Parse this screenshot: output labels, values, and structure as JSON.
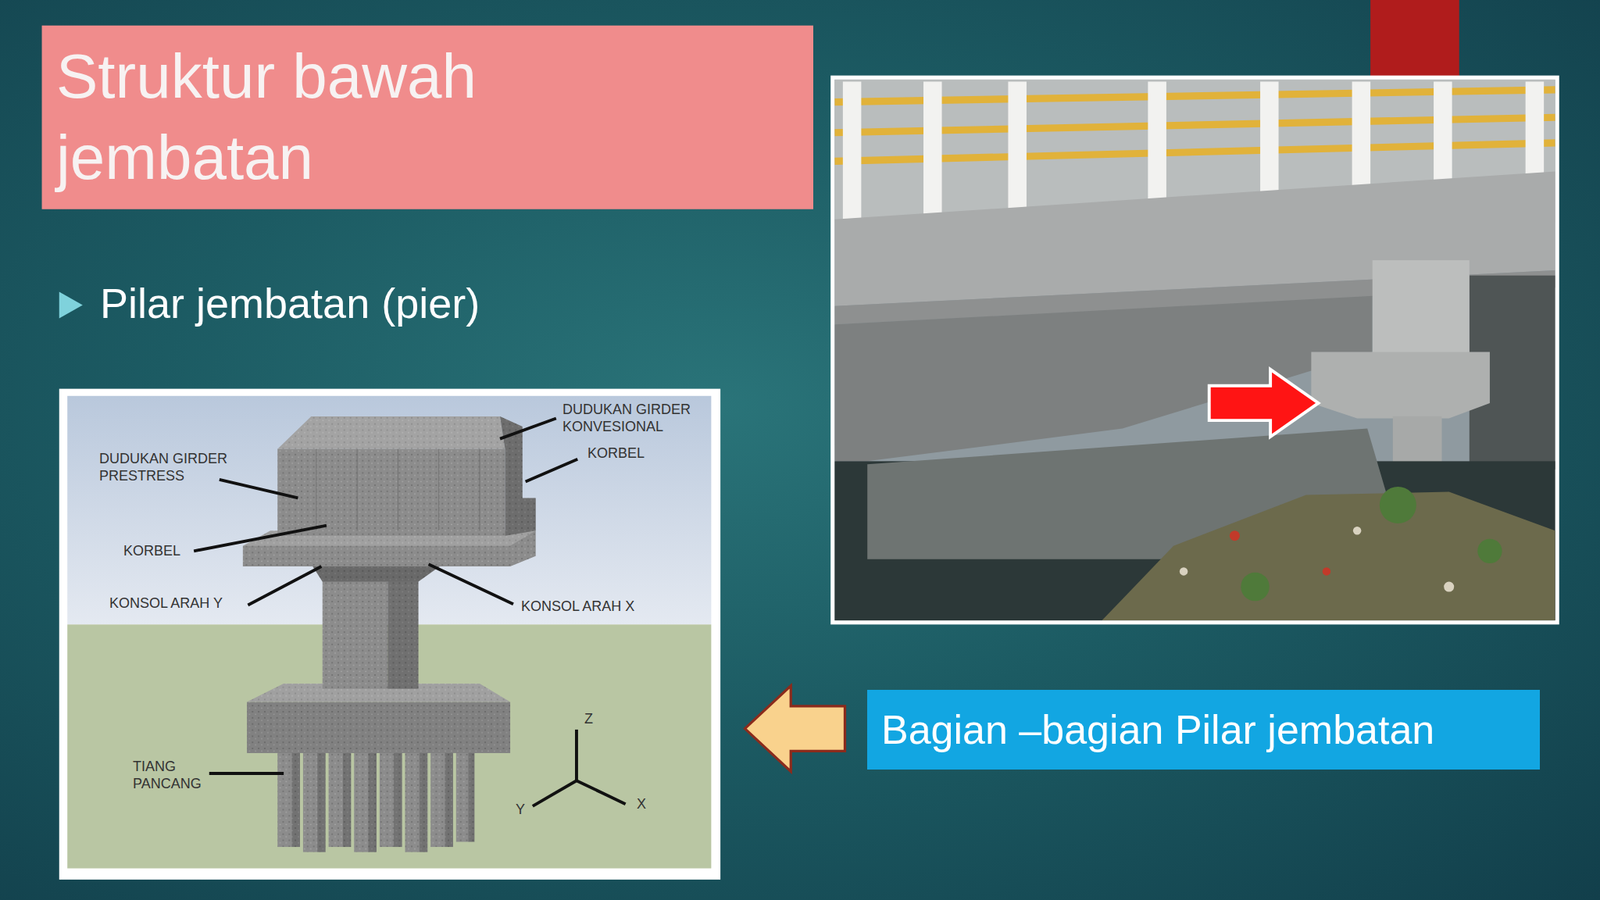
{
  "diagram": {
    "title": "Struktur bawah jembatan",
    "nodes": [
      {
        "text": [
          "Bagian –bagian Pilar jembatan"
        ]
      }
    ],
    "labels": [
      "Pilar jembatan (pier)",
      "DUDUKAN GIRDER KONVESIONAL",
      "KORBEL",
      "DUDUKAN GIRDER PRESTRESS",
      "KORBEL",
      "KONSOL ARAH Y",
      "KONSOL ARAH X",
      "TIANG PANCANG",
      "Z",
      "Y",
      "X"
    ]
  }
}
